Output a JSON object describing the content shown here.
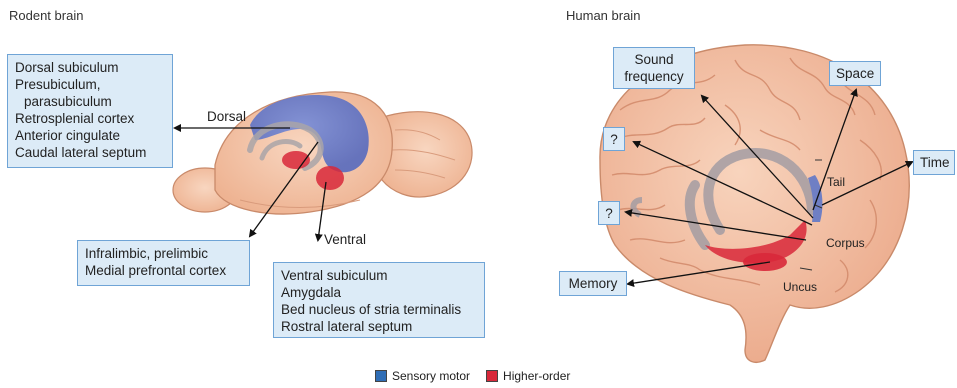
{
  "rodent": {
    "title": "Rodent brain",
    "dorsal_label": "Dorsal",
    "ventral_label": "Ventral",
    "dorsal_box": [
      "Dorsal subiculum",
      "Presubiculum,",
      "parasubiculum",
      "Retrosplenial cortex",
      "Anterior cingulate",
      "Caudal lateral septum"
    ],
    "prefrontal_box": [
      "Infralimbic, prelimbic",
      "Medial prefrontal cortex"
    ],
    "ventral_box": [
      "Ventral subiculum",
      "Amygdala",
      "Bed nucleus of stria terminalis",
      "Rostral lateral septum"
    ]
  },
  "human": {
    "title": "Human brain",
    "sound_box": [
      "Sound",
      "frequency"
    ],
    "space_box": "Space",
    "time_box": "Time",
    "q1_box": "?",
    "q2_box": "?",
    "memory_box": "Memory",
    "tail_label": "Tail",
    "corpus_label": "Corpus",
    "uncus_label": "Uncus"
  },
  "legend": [
    {
      "label": "Sensory motor",
      "color": "#2f6db5"
    },
    {
      "label": "Higher-order",
      "color": "#d8283a"
    }
  ],
  "colors": {
    "box_fill": "#dcebf7",
    "box_border": "#6fa4d6",
    "brain_fill": "#f6c9ad",
    "sensory": "#6f7fc4",
    "higher": "#d8283a"
  }
}
